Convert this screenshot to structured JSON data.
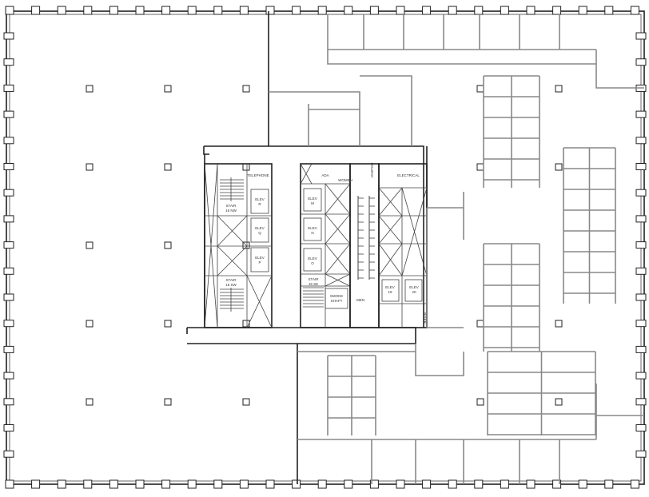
{
  "rooms": {
    "telephone": "TELEPHONE",
    "elev_r": [
      "ELEV",
      "R"
    ],
    "elev_q": [
      "ELEV",
      "Q"
    ],
    "elev_p": [
      "ELEV",
      "P"
    ],
    "stair_nw": [
      "STAIR",
      "16 NW"
    ],
    "stair_sw": [
      "STAIR",
      "16 SW"
    ],
    "ada": "ADA",
    "women": "WOMEN",
    "janitor": "JANITOR",
    "electrical": "ELECTRICAL",
    "elev_m": [
      "ELEV",
      "M"
    ],
    "elev_n": [
      "ELEV",
      "N"
    ],
    "elev_o": [
      "ELEV",
      "O"
    ],
    "stair_se": [
      "STAIR",
      "16 SE"
    ],
    "smoke_shaft": [
      "SMOKE",
      "SHAFT"
    ],
    "men": "MEN",
    "elev_19": [
      "ELEV",
      "19"
    ],
    "elev_20": [
      "ELEV",
      "20"
    ],
    "riser": "RISER"
  },
  "colors": {
    "wall": "#222222",
    "partition": "#888888",
    "background": "#ffffff"
  }
}
